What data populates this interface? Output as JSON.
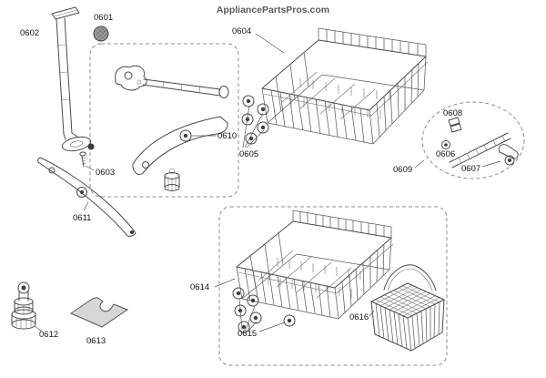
{
  "watermark": "AppliancePartsPros.com",
  "colors": {
    "line": "#4a4a4a",
    "label": "#141414",
    "watermark": "#5a5a5a",
    "background": "#ffffff"
  },
  "labels": {
    "0601": "0601",
    "0602": "0602",
    "0603": "0603",
    "0604": "0604",
    "0605": "0605",
    "0606": "0606",
    "0607": "0607",
    "0608": "0608",
    "0609": "0609",
    "0610": "0610",
    "0611": "0611",
    "0612": "0612",
    "0613": "0613",
    "0614": "0614",
    "0615": "0615",
    "0616": "0616"
  }
}
